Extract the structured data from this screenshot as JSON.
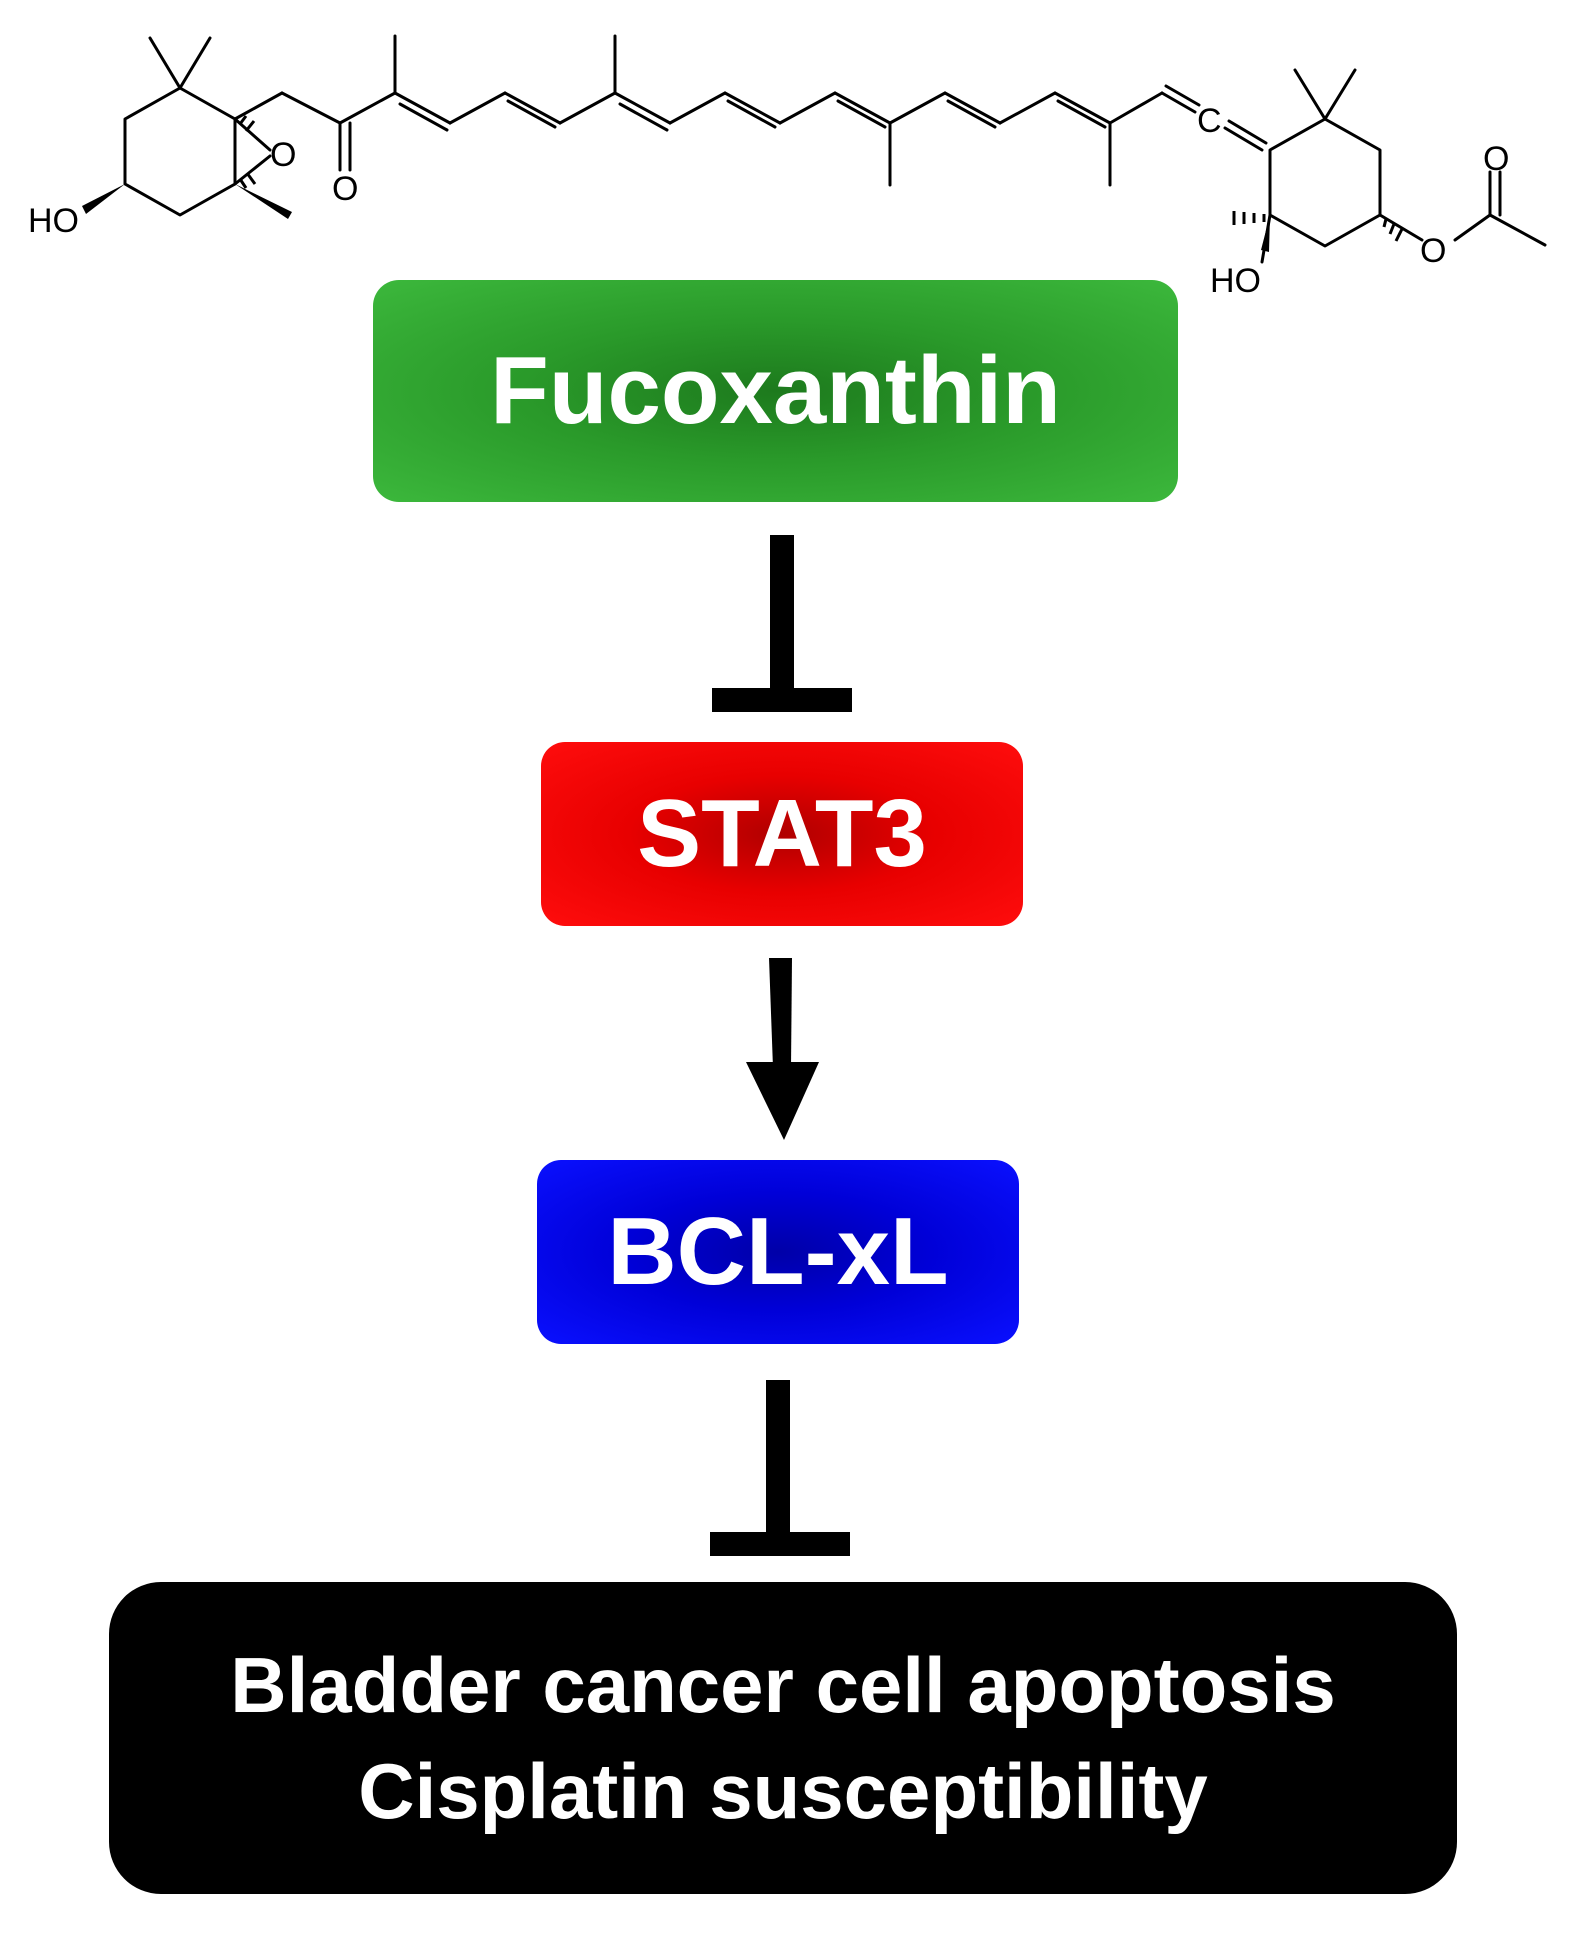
{
  "structure": {
    "atoms": {
      "ho_left": "HO",
      "o_epoxide": "O",
      "o_ketone": "O",
      "c_allene": "C",
      "ho_right": "HO",
      "o_ester": "O",
      "o_carbonyl": "O"
    }
  },
  "nodes": {
    "fucoxanthin": "Fucoxanthin",
    "stat3": "STAT3",
    "bclxl": "BCL-xL",
    "outcome_line1": "Bladder cancer cell apoptosis",
    "outcome_line2": "Cisplatin susceptibility"
  },
  "edges": [
    {
      "from": "fucoxanthin",
      "to": "stat3",
      "type": "inhibition"
    },
    {
      "from": "stat3",
      "to": "bclxl",
      "type": "activation"
    },
    {
      "from": "bclxl",
      "to": "outcome",
      "type": "inhibition"
    }
  ],
  "colors": {
    "fucoxanthin": "#2a9a2a",
    "stat3": "#e80000",
    "bclxl": "#0000d8",
    "outcome": "#000000",
    "text": "#ffffff"
  }
}
